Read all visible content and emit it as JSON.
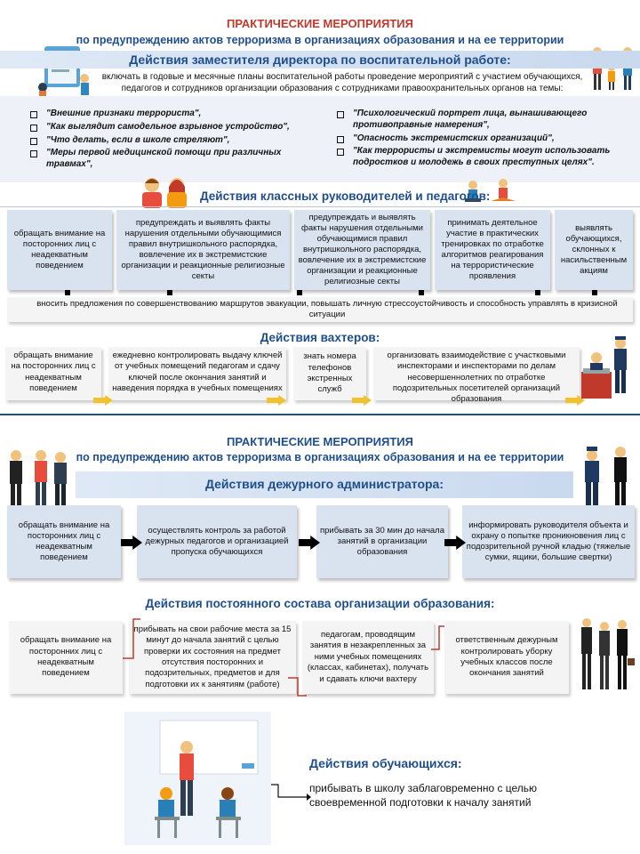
{
  "top": {
    "title": "ПРАКТИЧЕСКИЕ МЕРОПРИЯТИЯ",
    "subtitle": "по предупреждению актов терроризма в организациях образования и на ее территории",
    "deputy_heading": "Действия заместителя директора по воспитательной работе:",
    "deputy_text": "включать в годовые и месячные планы воспитательной работы проведение мероприятий с участием обучающихся, педагогов и сотрудников организации образования с сотрудниками правоохранительных органов на темы:",
    "topics_left": [
      "\"Внешние признаки террориста\",",
      "\"Как выглядит самодельное взрывное устройство\",",
      "\"Что делать, если в школе стреляют\",",
      "\"Меры первой медицинской помощи при различных травмах\","
    ],
    "topics_right": [
      "\"Психологический портрет лица, вынашивающего противоправные намерения\",",
      "\"Опасность экстремистских организаций\",",
      "\"Как террористы и экстремисты могут использовать подростков и молодежь в своих преступных целях\"."
    ],
    "teachers_heading": "Действия классных руководителей и педагогов:",
    "teachers_boxes": [
      "обращать внимание на посторонних лиц с неадекватным поведением",
      "предупреждать и выявлять факты нарушения отдельными обучающимися правил внутришкольного распорядка, вовлечение их в экстремистские организации и реакционные религиозные секты",
      "предупреждать и выявлять факты нарушения отдельными обучающимися правил внутришкольного распорядка, вовлечение их в экстремистские организации и реакционные религиозные секты",
      "принимать деятельное участие в практических тренировках по отработке алгоритмов реагирования на террористические проявления",
      "выявлять обучающихся, склонных к насильственным акциям"
    ],
    "teachers_bottom": "вносить предложения по совершенствованию маршрутов эвакуации, повышать личную стрессоустойчивость и способность управлять в кризисной ситуации",
    "watchmen_heading": "Действия вахтеров:",
    "watchmen_boxes": [
      "обращать внимание на посторонних лиц с неадекватным поведением",
      "ежедневно контролировать выдачу ключей от учебных помещений педагогам и сдачу ключей после окончания занятий и наведения порядка в учебных помещениях",
      "знать номера телефонов экстренных служб",
      "организовать взаимодействие с участковыми инспекторами и инспекторами по делам несовершеннолетних по отработке подозрительных посетителей организаций образования"
    ]
  },
  "bottom": {
    "title": "ПРАКТИЧЕСКИЕ МЕРОПРИЯТИЯ",
    "subtitle": "по предупреждению актов терроризма в организациях образования и на ее территории",
    "admin_heading": "Действия дежурного администратора:",
    "admin_boxes": [
      "обращать внимание на посторонних лиц с неадекватным поведением",
      "осуществлять контроль за работой дежурных педагогов и организацией пропуска обучающихся",
      "прибывать за 30 мин до начала занятий в организации образования",
      "информировать руководителя объекта и охрану о попытке проникновения лиц с подозрительной ручной кладью (тяжелые сумки, ящики, большие свертки)"
    ],
    "staff_heading": "Действия постоянного состава организации образования:",
    "staff_boxes": [
      "обращать внимание на посторонних лиц с неадекватным поведением",
      "прибывать на свои рабочие места за 15 минут до начала занятий с целью проверки их состояния на предмет отсутствия посторонних и подозрительных, предметов и для подготовки их к занятиям (работе)",
      "педагогам, проводящим занятия в незакрепленных за ними учебных помещениях (классах, кабинетах), получать и сдавать ключи вахтеру",
      "ответственным дежурным контролировать уборку учебных классов после окончания занятий"
    ],
    "students_heading": "Действия обучающихся:",
    "students_text": "прибывать в школу заблаговременно с целью своевременной подготовки к началу занятий"
  },
  "icons": [
    "clipboard-illustration",
    "family-illustration",
    "teachers-illustration",
    "students-illustration",
    "guard-illustration",
    "suspects-illustration",
    "police-illustration",
    "staff-illustration",
    "classroom-illustration"
  ]
}
